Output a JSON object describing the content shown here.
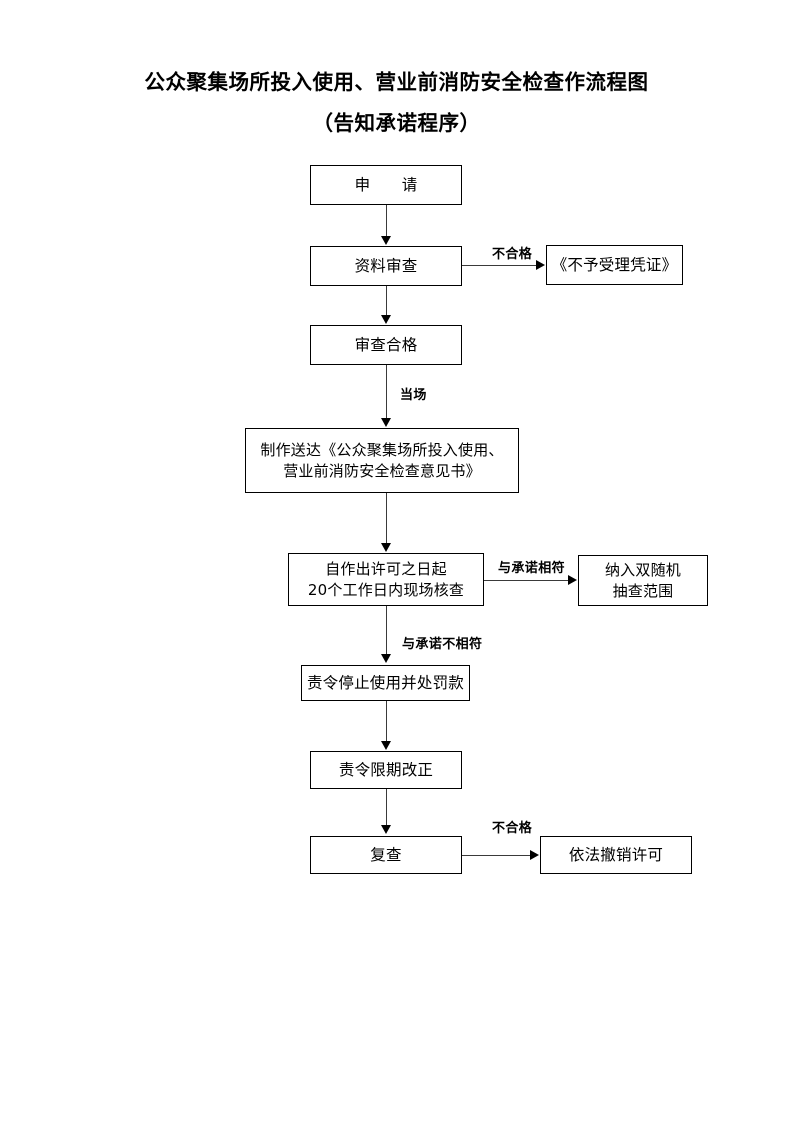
{
  "document": {
    "title_line1": "公众聚集场所投入使用、营业前消防安全检查作流程图",
    "title_line2": "（告知承诺程序）"
  },
  "flowchart": {
    "type": "flowchart",
    "orientation": "top-to-bottom",
    "nodes": [
      {
        "id": "apply",
        "label": "申　　请"
      },
      {
        "id": "doc-review",
        "label": "资料审查"
      },
      {
        "id": "reject",
        "label": "《不予受理凭证》"
      },
      {
        "id": "review-pass",
        "label": "审查合格"
      },
      {
        "id": "issue-notice",
        "label": "制作送达《公众聚集场所投入使用、\n营业前消防安全检查意见书》"
      },
      {
        "id": "onsite-check",
        "label": "自作出许可之日起\n20个工作日内现场核查"
      },
      {
        "id": "random-pool",
        "label": "纳入双随机\n抽查范围"
      },
      {
        "id": "stop-and-fine",
        "label": "责令停止使用并处罚款"
      },
      {
        "id": "order-fix",
        "label": "责令限期改正"
      },
      {
        "id": "recheck",
        "label": "复查"
      },
      {
        "id": "revoke",
        "label": "依法撤销许可"
      }
    ],
    "edge_labels": [
      {
        "id": "unqualified-1",
        "text": "不合格",
        "from": "doc-review",
        "to": "reject"
      },
      {
        "id": "on-the-spot",
        "text": "当场",
        "from": "review-pass",
        "to": "issue-notice"
      },
      {
        "id": "matches",
        "text": "与承诺相符",
        "from": "onsite-check",
        "to": "random-pool"
      },
      {
        "id": "not-matches",
        "text": "与承诺不相符",
        "from": "onsite-check",
        "to": "stop-and-fine"
      },
      {
        "id": "unqualified-2",
        "text": "不合格",
        "from": "recheck",
        "to": "revoke"
      }
    ],
    "colors": {
      "box_border": "#000000",
      "connector": "#3a3a3a",
      "text": "#000000",
      "background": "#ffffff"
    }
  }
}
